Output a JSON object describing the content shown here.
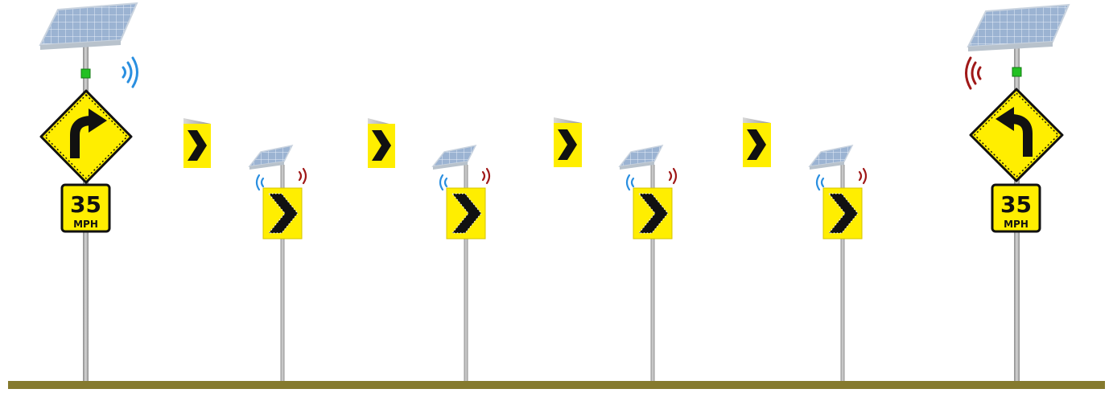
{
  "speed_signs": {
    "left": {
      "number": "35",
      "unit": "MPH"
    },
    "right": {
      "number": "35",
      "unit": "MPH"
    }
  },
  "colors": {
    "sign_yellow": "#ffee00",
    "sign_black": "#111111",
    "pole_gray": "#a8a8a8",
    "solar_blue": "#8fa8c8",
    "beacon_green": "#22c022",
    "signal_blue": "#2a8fe0",
    "signal_red": "#a01818",
    "ground": "#857a2e"
  },
  "icons": {
    "left_curve_sign": "curve-right-arrow-icon",
    "right_curve_sign": "curve-left-arrow-icon",
    "chevron": "chevron-right-icon",
    "wireless": "wireless-signal-icon",
    "solar": "solar-panel-icon"
  }
}
